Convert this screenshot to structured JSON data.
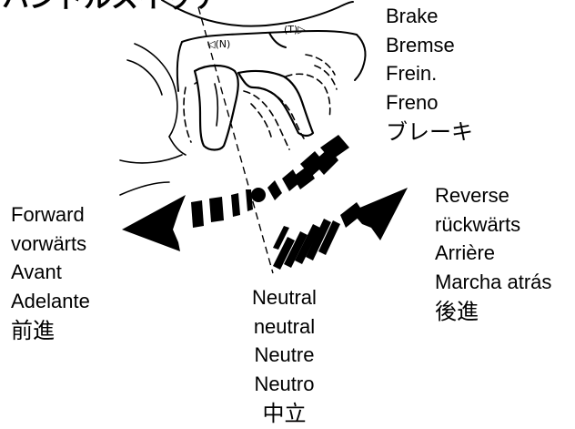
{
  "heading_partial": "ハンドルスイッチ",
  "brake_labels": [
    "Brake",
    "Bremse",
    "Frein.",
    "Freno",
    "ブレーキ"
  ],
  "forward_labels": [
    "Forward",
    "vorwärts",
    "Avant",
    "Adelante",
    "前進"
  ],
  "reverse_labels": [
    "Reverse",
    "rückwärts",
    "Arrière",
    "Marcha atrás",
    "後進"
  ],
  "neutral_labels": [
    "Neutral",
    "neutral",
    "Neutre",
    "Neutro",
    "中立"
  ],
  "handle_marks": [
    "◁(N)",
    "(T)▷"
  ],
  "colors": {
    "ink": "#000000",
    "background": "#ffffff"
  }
}
